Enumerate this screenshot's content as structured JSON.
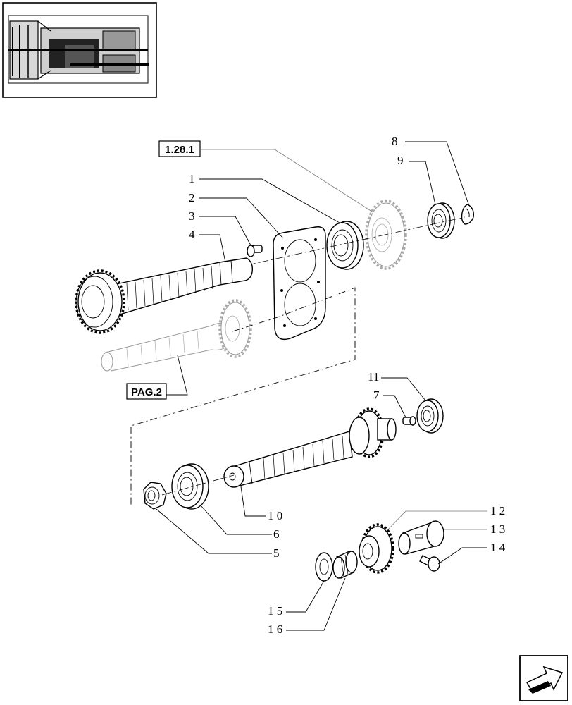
{
  "thumbnail": {
    "label": "transmission-overview"
  },
  "references": {
    "group_ref": "1.28.1",
    "page_ref": "PAG.2"
  },
  "callouts": {
    "c1": "1",
    "c2": "2",
    "c3": "3",
    "c4": "4",
    "c5": "5",
    "c6": "6",
    "c7": "7",
    "c8": "8",
    "c9": "9",
    "c10": "1 0",
    "c11": "11",
    "c12": "1 2",
    "c13": "1 3",
    "c14": "1 4",
    "c15": "1 5",
    "c16": "1 6"
  },
  "navigation": {
    "icon": "next-page-arrow-icon"
  }
}
